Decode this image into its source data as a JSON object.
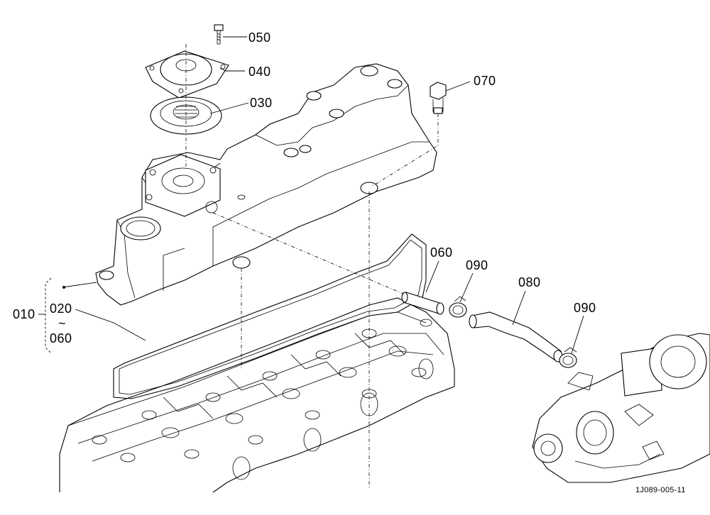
{
  "parts": {
    "p050": "050",
    "p040": "040",
    "p030": "030",
    "p070": "070",
    "p060": "060",
    "p090a": "090",
    "p080": "080",
    "p090b": "090",
    "p010": "010",
    "p020": "020",
    "tilde": "~",
    "p060b": "060"
  },
  "drawing_code": "1J089-005-11"
}
